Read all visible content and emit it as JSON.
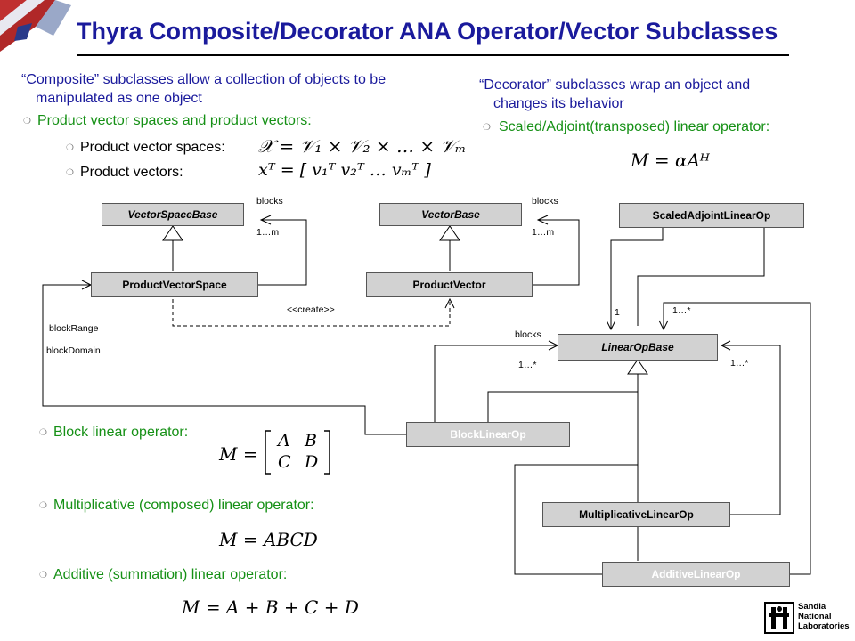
{
  "title": "Thyra Composite/Decorator ANA Operator/Vector Subclasses",
  "left": {
    "intro_line1": "“Composite” subclasses allow a collection of objects to be",
    "intro_line2": "manipulated as one object",
    "bullet_product": "Product vector spaces and product vectors:",
    "sub_spaces": "Product vector spaces:",
    "sub_vectors": "Product vectors:",
    "bullet_block": "Block linear operator:",
    "bullet_mult": "Multiplicative (composed) linear operator:",
    "bullet_add": "Additive (summation) linear operator:"
  },
  "right": {
    "intro_line1": "“Decorator” subclasses wrap an object and",
    "intro_line2": "changes its behavior",
    "bullet_scaled": "Scaled/Adjoint(transposed) linear operator:"
  },
  "equations": {
    "product_space": "𝒳 = 𝒱₁ × 𝒱₂ × … × 𝒱ₘ",
    "product_vector": "xᵀ = [ v₁ᵀ  v₂ᵀ  …  vₘᵀ ]",
    "scaled": "M = αAᴴ",
    "block_lhs": "M =",
    "block_a": "A",
    "block_b": "B",
    "block_c": "C",
    "block_d": "D",
    "mult": "M = ABCD",
    "add": "M = A + B + C + D"
  },
  "uml": {
    "vector_space_base": "VectorSpaceBase",
    "product_vector_space": "ProductVectorSpace",
    "vector_base": "VectorBase",
    "product_vector": "ProductVector",
    "scaled_adjoint": "ScaledAdjointLinearOp",
    "linear_op_base": "LinearOpBase",
    "block_linear_op": "BlockLinearOp",
    "multiplicative_linear_op": "MultiplicativeLinearOp",
    "additive_linear_op": "AdditiveLinearOp",
    "blocks_1": "blocks",
    "mult_1": "1…m",
    "blocks_2": "blocks",
    "mult_2": "1…m",
    "create": "<<create>>",
    "block_range": "blockRange",
    "block_domain": "blockDomain",
    "one": "1",
    "one_many_top": "1…*",
    "blocks_3": "blocks",
    "one_many_left": "1…*",
    "one_many_right": "1…*"
  },
  "logo": {
    "line1": "Sandia",
    "line2": "National",
    "line3": "Laboratories"
  },
  "colors": {
    "title": "#1a1a9c",
    "bullet_green": "#159015",
    "box_fill": "#d2d2d2"
  }
}
